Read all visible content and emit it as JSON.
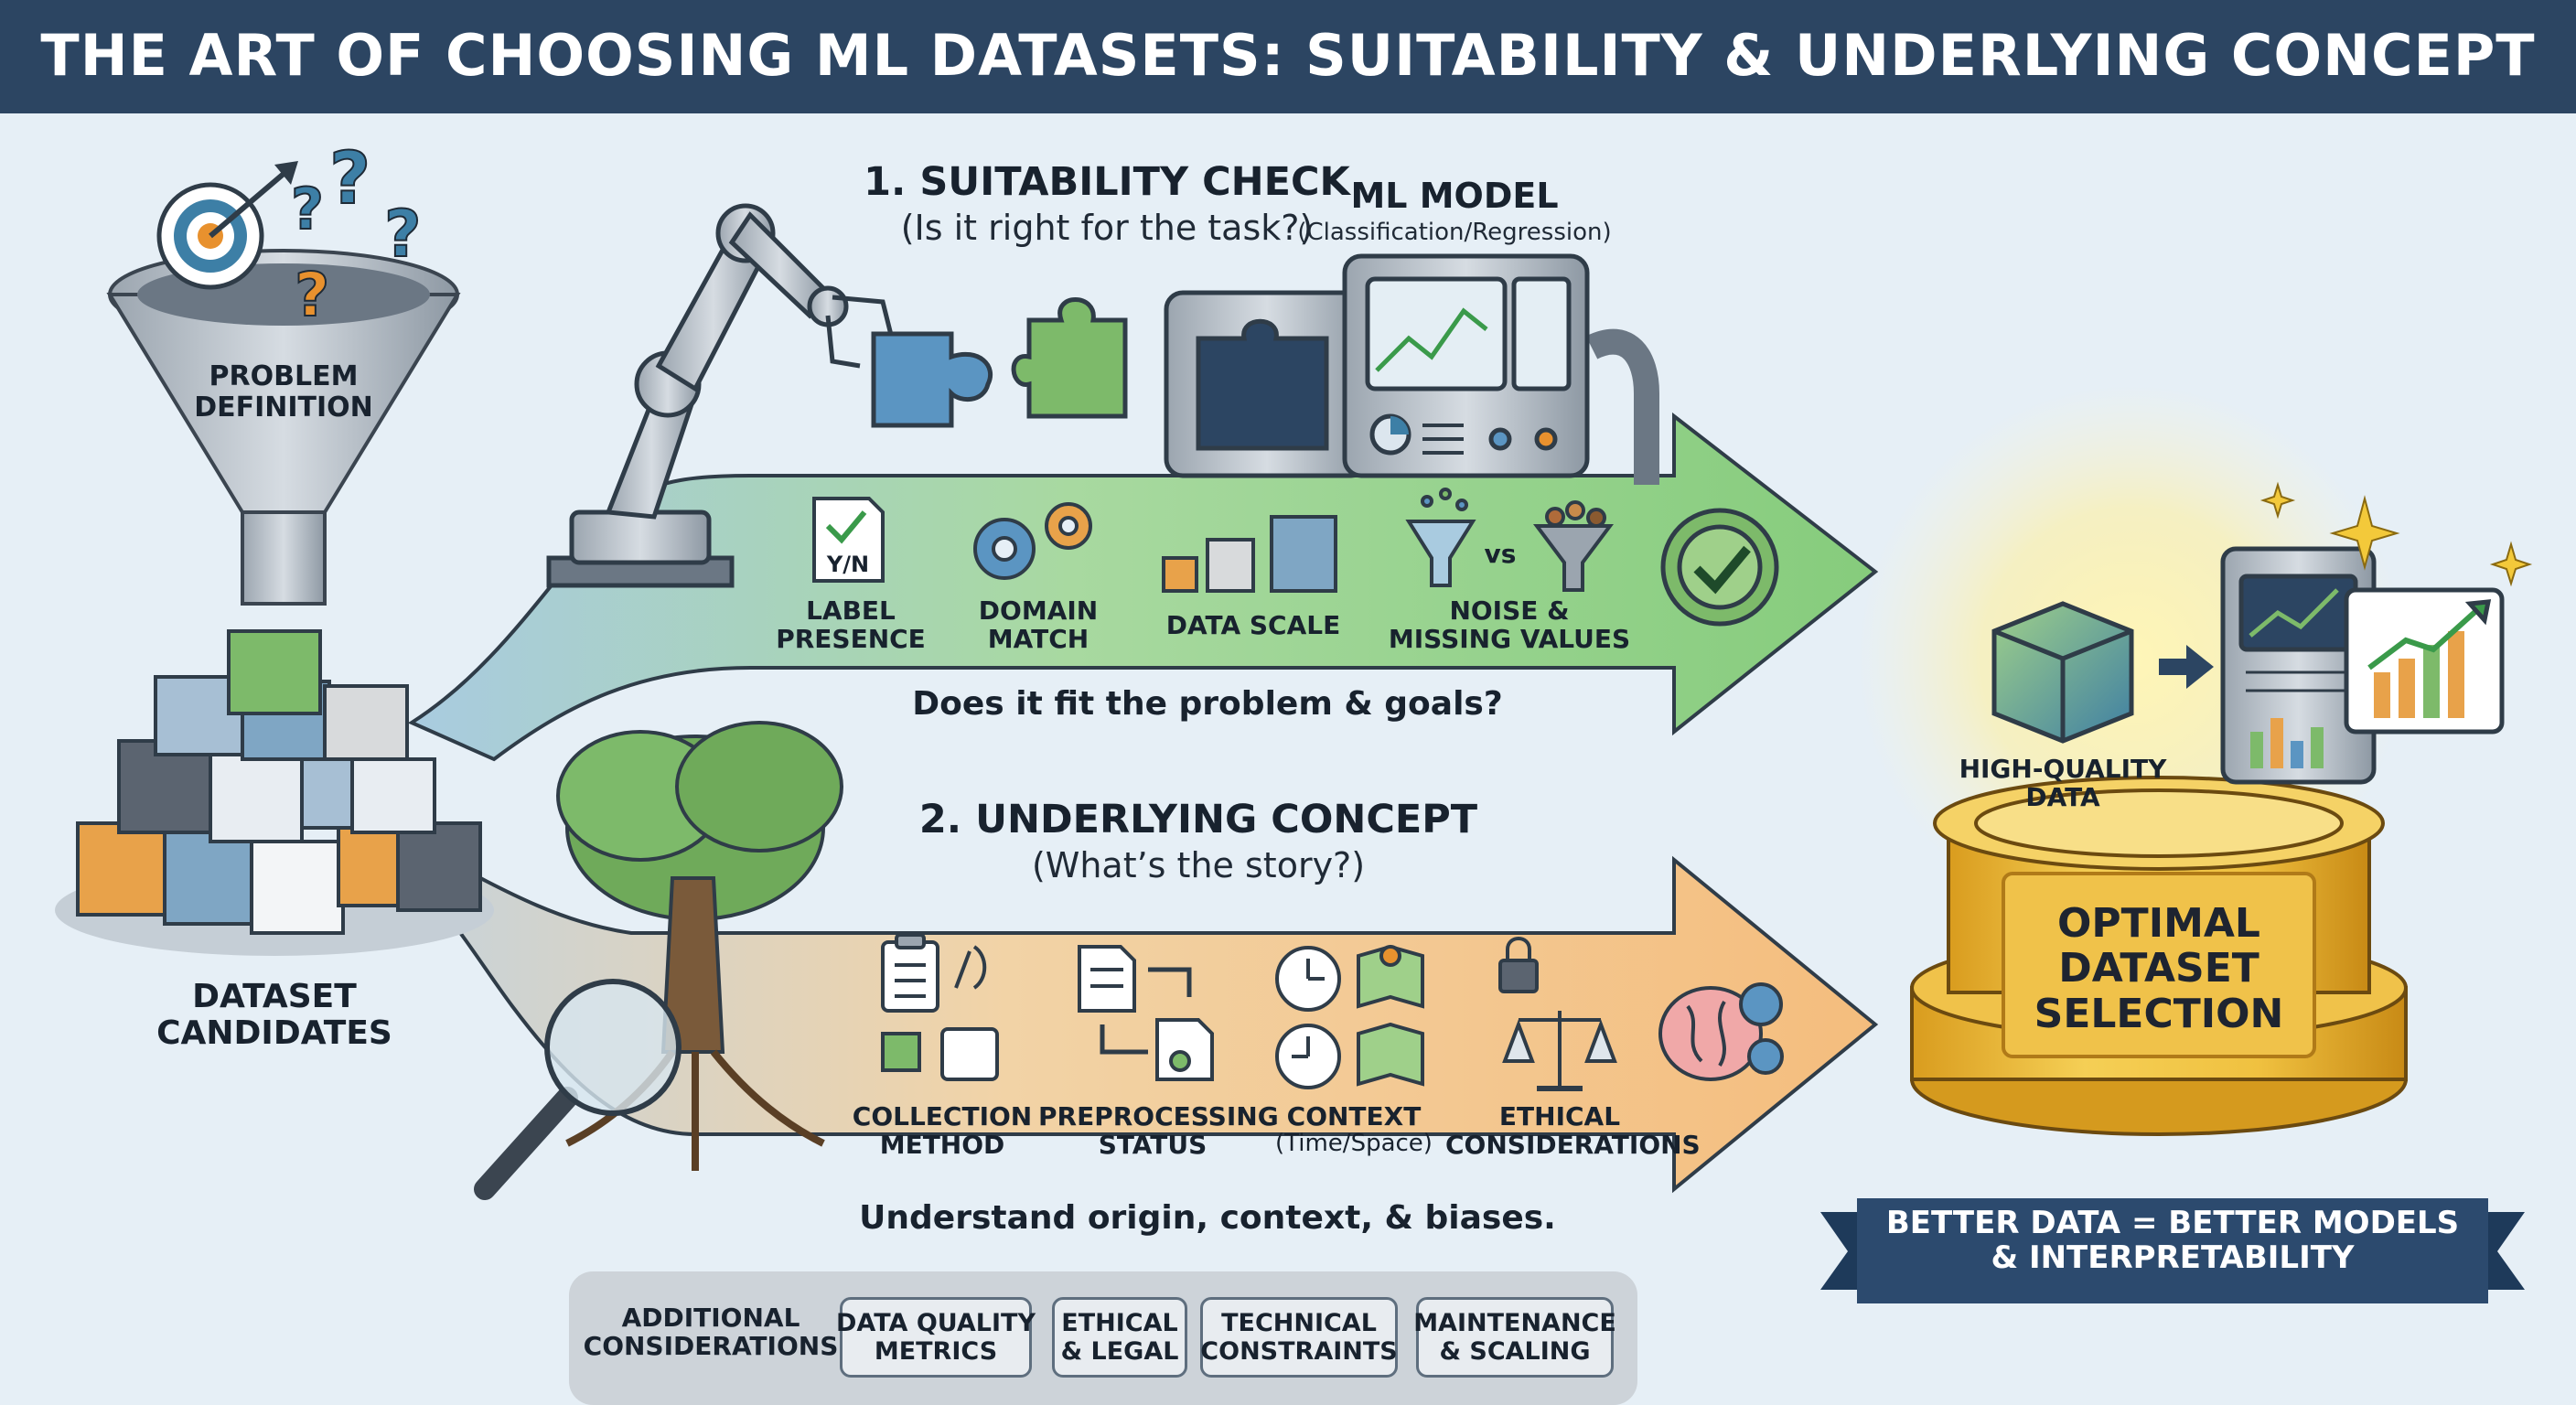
{
  "title": "THE ART OF CHOOSING ML DATASETS: SUITABILITY & UNDERLYING CONCEPT",
  "problem_definition": [
    "PROBLEM",
    "DEFINITION"
  ],
  "dataset_candidates": [
    "DATASET",
    "CANDIDATES"
  ],
  "suitability": {
    "heading": "1. SUITABILITY CHECK",
    "subheading": "(Is it right for the task?)",
    "model_label": "ML MODEL",
    "model_sub": "(Classification/Regression)",
    "checkbox_text": "Y/N",
    "items": [
      {
        "lines": [
          "LABEL",
          "PRESENCE"
        ],
        "icon": "checklist-icon"
      },
      {
        "lines": [
          "DOMAIN",
          "MATCH"
        ],
        "icon": "gears-icon"
      },
      {
        "lines": [
          "DATA SCALE"
        ],
        "icon": "cubes-icon"
      },
      {
        "lines": [
          "NOISE &",
          "MISSING VALUES"
        ],
        "icon": "funnel-icon"
      }
    ],
    "vs_text": "vs",
    "tagline": "Does it fit the problem & goals?"
  },
  "underlying": {
    "heading": "2. UNDERLYING CONCEPT",
    "subheading": "(What’s the story?)",
    "items": [
      {
        "lines": [
          "COLLECTION",
          "METHOD"
        ],
        "icon": "clipboard-icon"
      },
      {
        "lines": [
          "PREPROCESSING",
          "STATUS"
        ],
        "icon": "document-icon"
      },
      {
        "lines": [
          "CONTEXT"
        ],
        "sub": "(Time/Space)",
        "icon": "clock-map-icon"
      },
      {
        "lines": [
          "ETHICAL",
          "CONSIDERATIONS"
        ],
        "icon": "scale-icon"
      }
    ],
    "tagline": "Understand origin, context, & biases."
  },
  "additional": {
    "label": [
      "ADDITIONAL",
      "CONSIDERATIONS"
    ],
    "items": [
      [
        "DATA QUALITY",
        "METRICS"
      ],
      [
        "ETHICAL",
        "& LEGAL"
      ],
      [
        "TECHNICAL",
        "CONSTRAINTS"
      ],
      [
        "MAINTENANCE",
        "& SCALING"
      ]
    ]
  },
  "result": {
    "hq_label": [
      "HIGH-QUALITY",
      "DATA"
    ],
    "pedestal": [
      "OPTIMAL",
      "DATASET",
      "SELECTION"
    ],
    "banner": [
      "BETTER DATA = BETTER MODELS",
      "& INTERPRETABILITY"
    ]
  },
  "colors": {
    "header": "#2c4562",
    "green_arrow": "#8fcf84",
    "orange_arrow": "#f3c48a",
    "gold": "#e8b83a",
    "banner": "#2c4a6e"
  }
}
